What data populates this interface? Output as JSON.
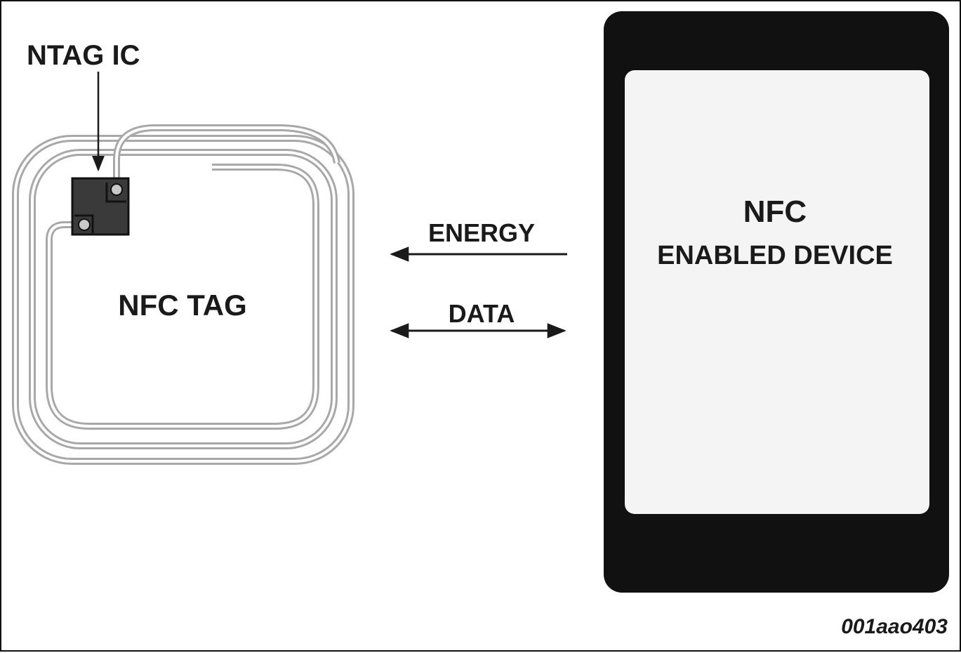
{
  "labels": {
    "ic": "NTAG IC",
    "tag": "NFC TAG",
    "energy": "ENERGY",
    "data": "DATA",
    "device_line1": "NFC",
    "device_line2": "ENABLED DEVICE",
    "figure_id": "001aao403"
  },
  "colors": {
    "ink": "#1a1a1a",
    "coil": "#b0b0b0",
    "chip": "#3a3a3a",
    "device_body": "#111111",
    "device_screen": "#f4f4f4"
  }
}
